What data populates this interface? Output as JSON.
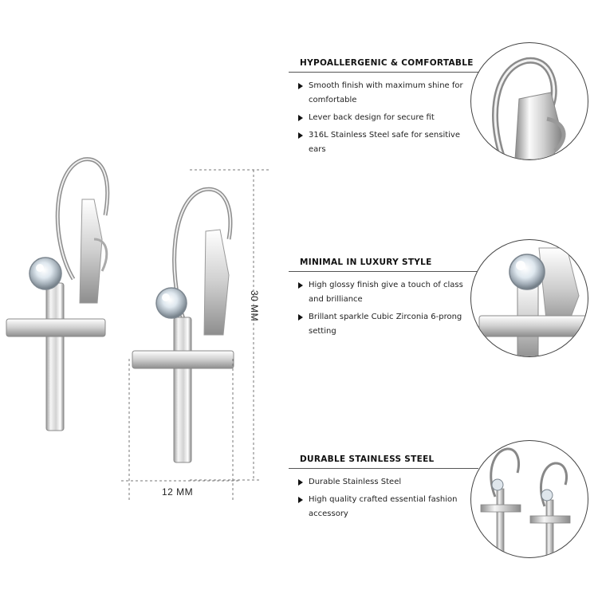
{
  "dimensions": {
    "height_label": "30 MM",
    "width_label": "12 MM"
  },
  "features": [
    {
      "title": "HYPOALLERGENIC & COMFORTABLE",
      "bullets": [
        "Smooth finish with maximum shine for comfortable",
        "Lever back design for secure fit",
        "316L Stainless Steel safe for sensitive ears"
      ]
    },
    {
      "title": "MINIMAL IN LUXURY STYLE",
      "bullets": [
        "High glossy finish give a touch of class and brilliance",
        "Brillant sparkle Cubic Zirconia 6-prong setting"
      ]
    },
    {
      "title": "DURABLE STAINLESS STEEL",
      "bullets": [
        "Durable Stainless Steel",
        "High quality crafted essential fashion accessory"
      ]
    }
  ],
  "icons": {
    "bullet": "triangle-right-icon",
    "gem": "cubic-zirconia-icon"
  },
  "colors": {
    "silver_light": "#f4f4f4",
    "silver_mid": "#c9c9c9",
    "silver_dark": "#7a7a7a",
    "rule": "#555555"
  }
}
